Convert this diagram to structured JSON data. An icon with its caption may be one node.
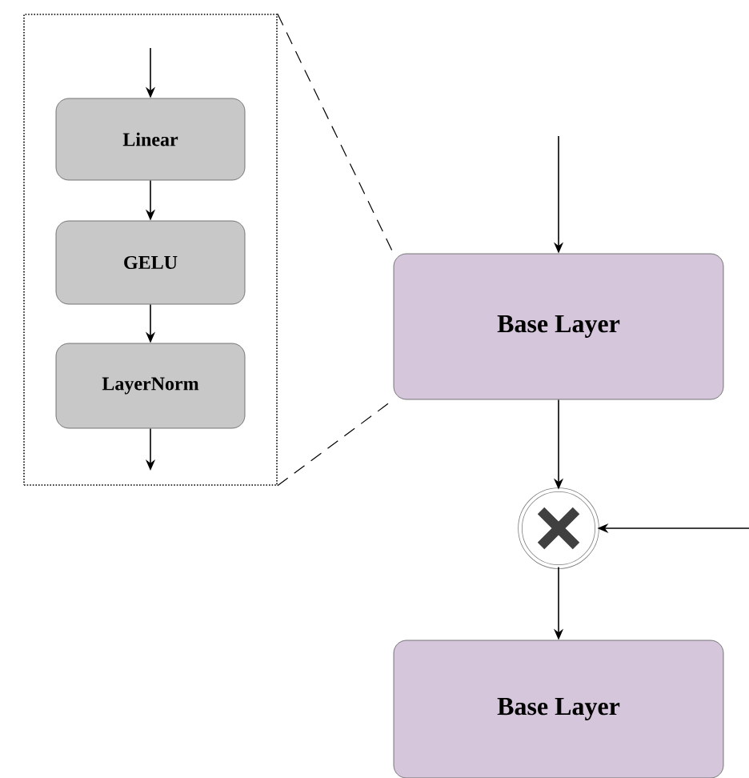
{
  "diagram": {
    "nodes": [
      {
        "text": [],
        "shape": "box"
      },
      {
        "text": [
          "Linear"
        ],
        "in": 0
      },
      {
        "text": [
          "GELU"
        ],
        "in": 0
      },
      {
        "text": [
          "LayerNorm"
        ],
        "in": 0
      },
      {
        "text": [
          "Base Layer"
        ]
      },
      {
        "text": [],
        "shape": "circle"
      },
      {
        "text": [
          "Base Layer"
        ]
      }
    ],
    "edges": [
      {
        "from": null,
        "to": 1,
        "arrow": "to"
      },
      {
        "from": 1,
        "to": 2,
        "arrow": "to"
      },
      {
        "from": 2,
        "to": 3,
        "arrow": "to"
      },
      {
        "from": 3,
        "to": null,
        "arrow": "to"
      },
      {
        "from": 0,
        "to": 4,
        "arrow": "none",
        "style": "dashed"
      },
      {
        "from": 0,
        "to": 4,
        "arrow": "none",
        "style": "dashed"
      },
      {
        "from": null,
        "to": 4,
        "arrow": "to"
      },
      {
        "from": 4,
        "to": 5,
        "arrow": "to"
      },
      {
        "from": null,
        "to": 5,
        "arrow": "to"
      },
      {
        "from": 5,
        "to": 6,
        "arrow": "to"
      }
    ]
  }
}
